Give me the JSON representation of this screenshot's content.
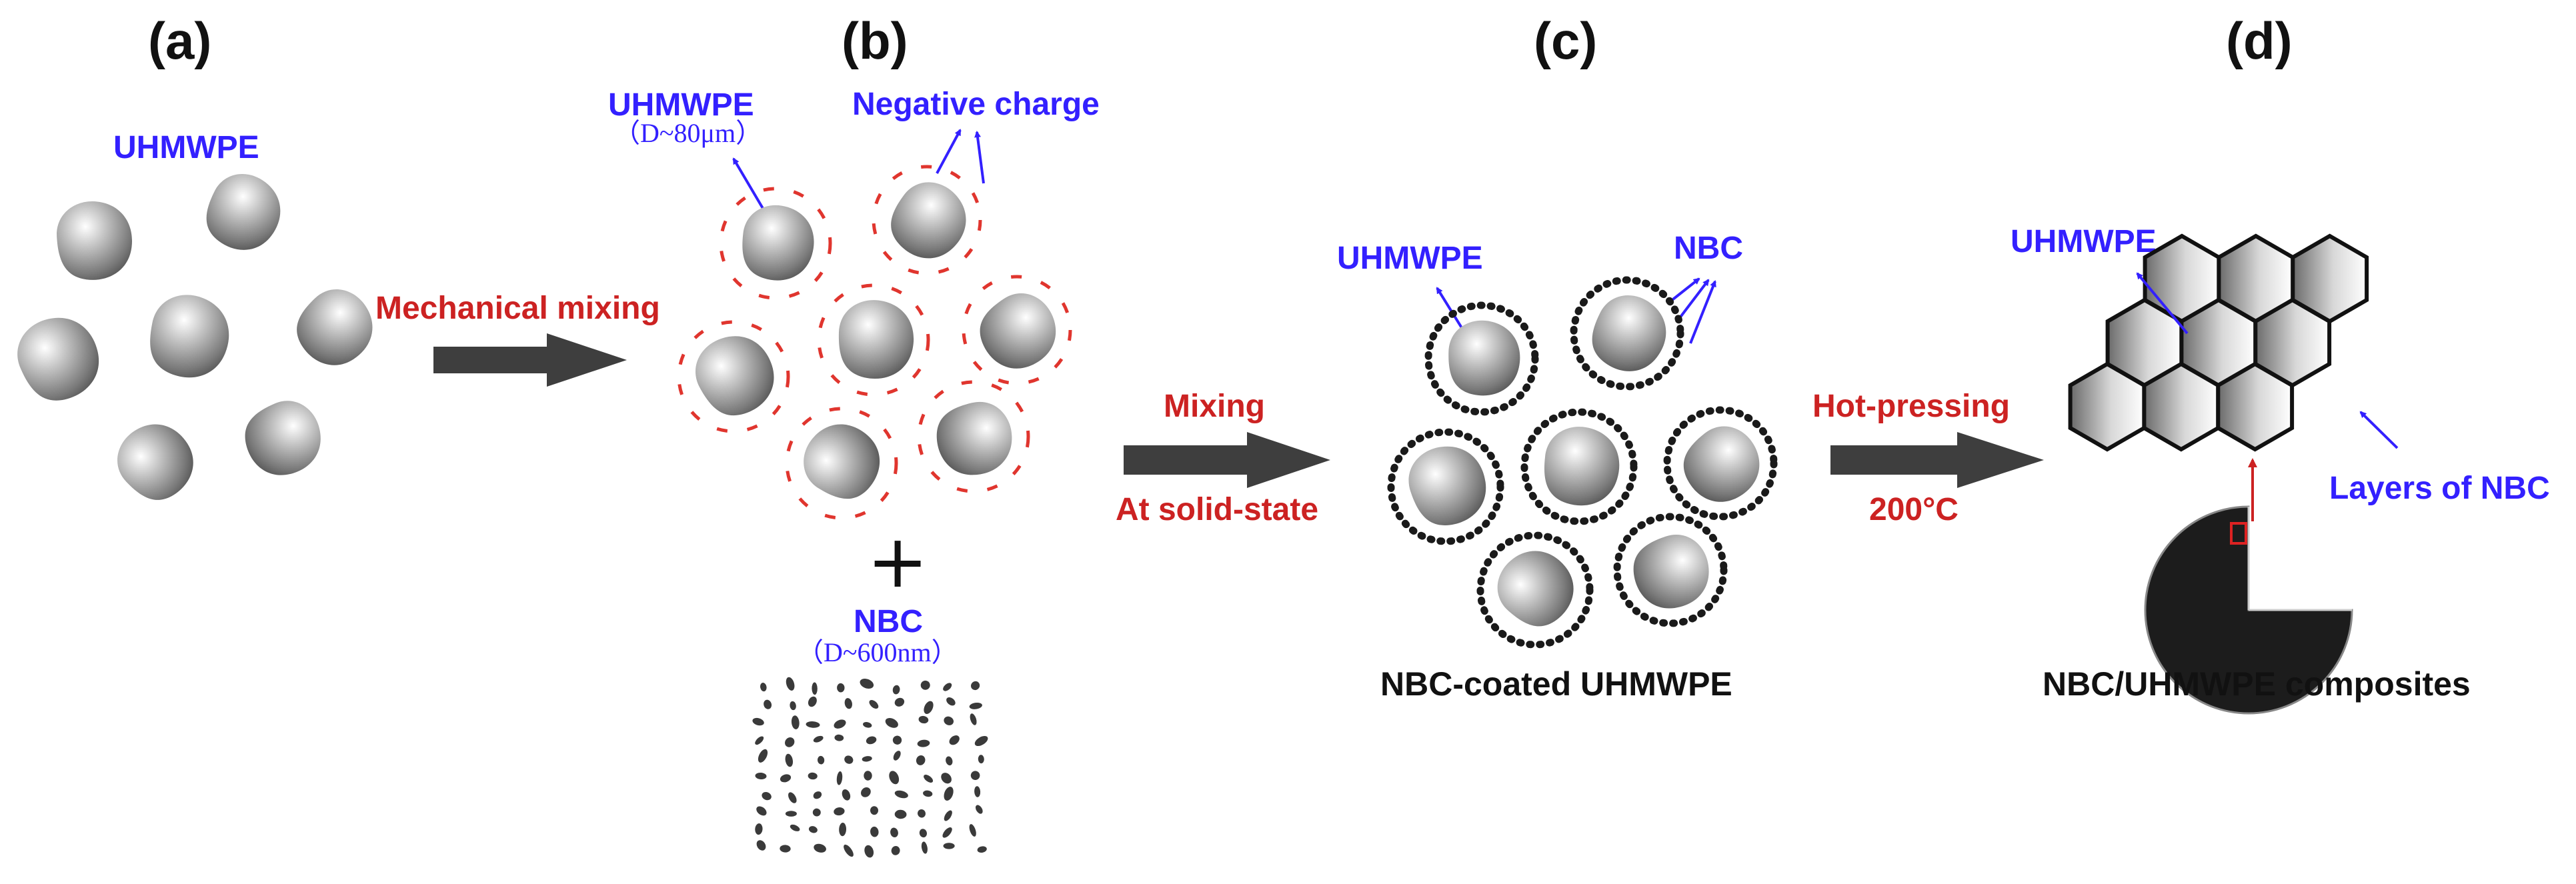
{
  "panels": {
    "a": {
      "label": "(a)",
      "particle_label": "UHMWPE"
    },
    "b": {
      "label": "(b)",
      "uhmwpe_label": "UHMWPE",
      "uhmwpe_size": "（D~80μm）",
      "charge_label": "Negative charge",
      "plus": "+",
      "nbc_label": "NBC",
      "nbc_size": "（D~600nm）"
    },
    "c": {
      "label": "(c)",
      "uhmwpe_label": "UHMWPE",
      "nbc_label": "NBC",
      "caption": "NBC-coated UHMWPE"
    },
    "d": {
      "label": "(d)",
      "uhmwpe_label": "UHMWPE",
      "layers_label": "Layers of NBC",
      "caption": "NBC/UHMWPE composites"
    }
  },
  "steps": {
    "step1": {
      "top": "Mechanical mixing"
    },
    "step2": {
      "top": "Mixing",
      "bottom": "At solid-state"
    },
    "step3": {
      "top": "Hot-pressing",
      "bottom": "200°C"
    }
  },
  "colors": {
    "blue_text": "#3320ff",
    "red_text": "#cc2222",
    "arrow_gray": "#3e3e3e",
    "particle_gray": "#9a9a9a"
  }
}
